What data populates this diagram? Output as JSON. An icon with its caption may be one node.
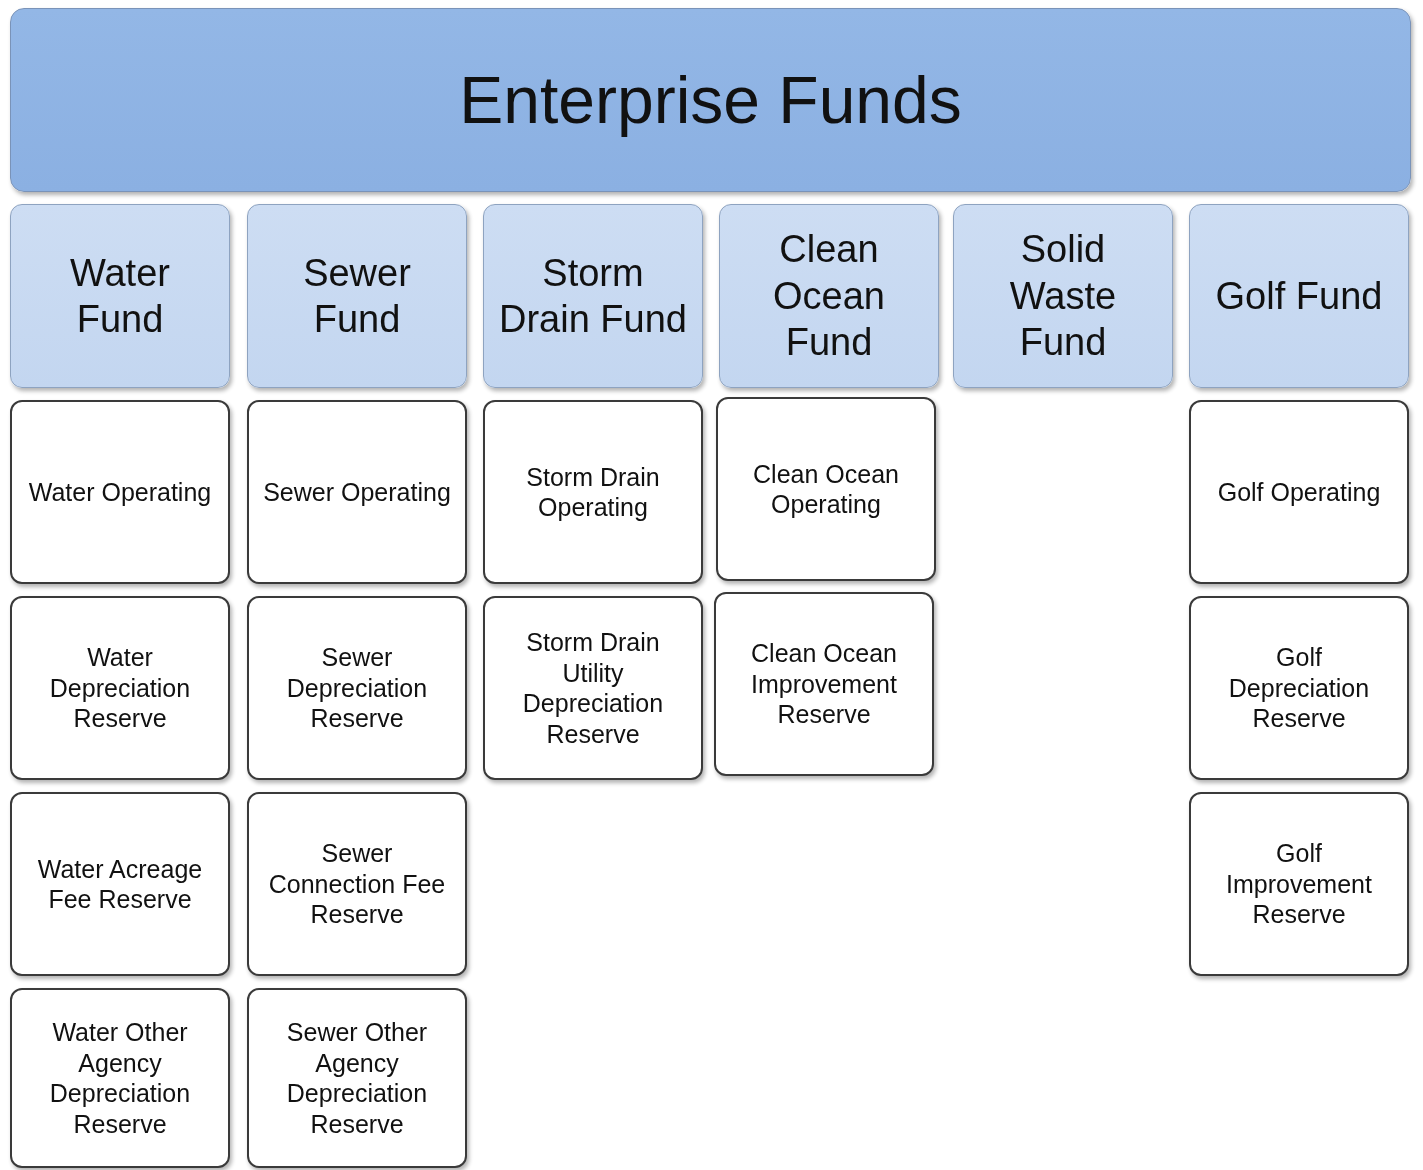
{
  "diagram": {
    "nodes": [
      {
        "text": [
          "Enterprise Funds"
        ]
      },
      {
        "text": [
          "Water Fund"
        ]
      },
      {
        "text": [
          "Sewer Fund"
        ]
      },
      {
        "text": [
          "Storm Drain Fund"
        ]
      },
      {
        "text": [
          "Clean Ocean Fund"
        ]
      },
      {
        "text": [
          "Solid Waste Fund"
        ]
      },
      {
        "text": [
          "Golf Fund"
        ]
      },
      {
        "text": [
          "Water Operating"
        ]
      },
      {
        "text": [
          "Sewer Operating"
        ]
      },
      {
        "text": [
          "Storm Drain Operating"
        ]
      },
      {
        "text": [
          "Clean Ocean Operating"
        ]
      },
      {
        "text": [
          "Golf Operating"
        ]
      },
      {
        "text": [
          "Water Depreciation Reserve"
        ]
      },
      {
        "text": [
          "Sewer Depreciation Reserve"
        ]
      },
      {
        "text": [
          "Storm Drain Utility Depreciation Reserve"
        ]
      },
      {
        "text": [
          "Clean Ocean Improvement Reserve"
        ]
      },
      {
        "text": [
          "Golf Depreciation Reserve"
        ]
      },
      {
        "text": [
          "Water Acreage Fee Reserve"
        ]
      },
      {
        "text": [
          "Sewer Connection Fee Reserve"
        ]
      },
      {
        "text": [
          "Golf Improvement Reserve"
        ]
      },
      {
        "text": [
          "Water Other Agency Depreciation Reserve"
        ]
      },
      {
        "text": [
          "Sewer Other Agency Depreciation Reserve"
        ]
      }
    ]
  }
}
